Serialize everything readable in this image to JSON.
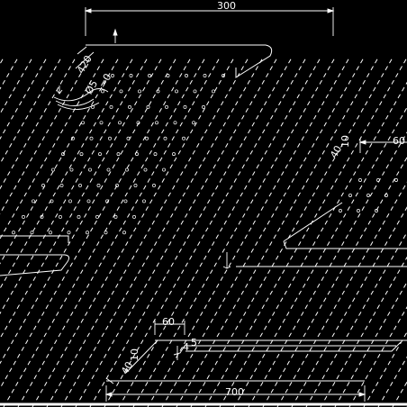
{
  "colors": {
    "background": "#000000",
    "line": "#ffffff",
    "hatch": "#ffffff"
  },
  "dimensions": {
    "top_width": "300",
    "top_height": "420",
    "hole_diameter": "Ø5",
    "hole_count_note": "=0",
    "right_edge": "10",
    "right_depth": "40",
    "right_offset": "60",
    "bottom_offset": "60",
    "bottom_thickness_a": "10",
    "bottom_thickness_b": "40",
    "bottom_small": "4",
    "bottom_step": "5",
    "bottom_width": "700"
  }
}
